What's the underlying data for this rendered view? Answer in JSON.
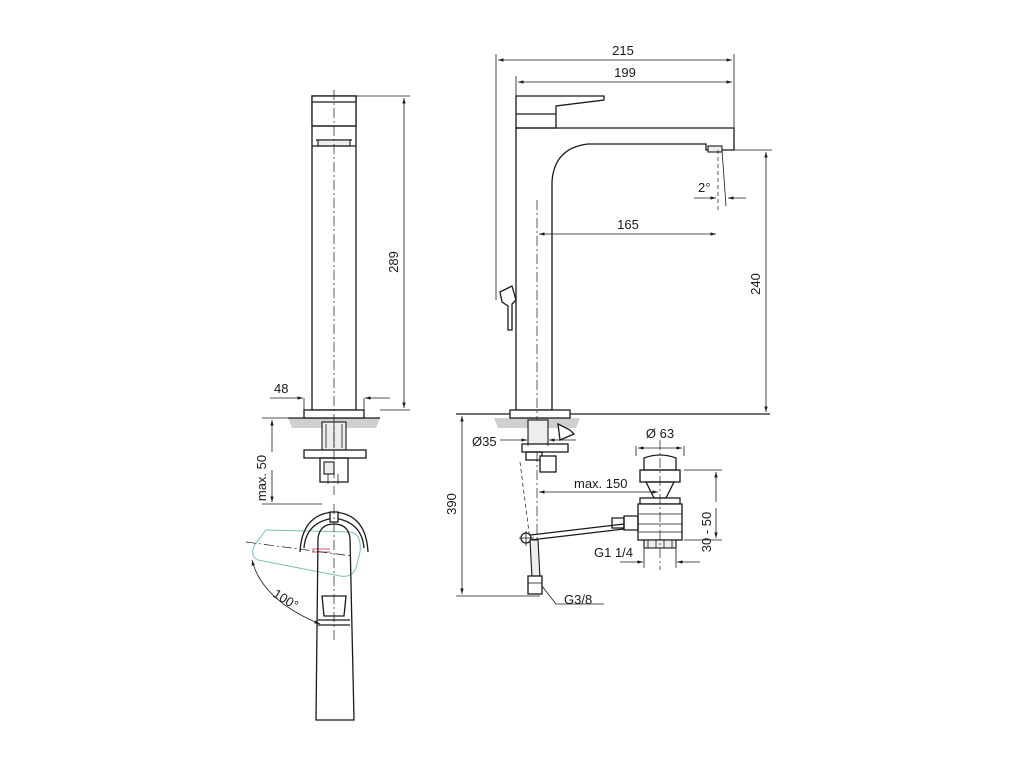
{
  "side_view": {
    "height_label": "289",
    "base_label": "48",
    "below_label": "max. 50"
  },
  "front_view": {
    "width_total_label": "215",
    "width_inner_label": "199",
    "reach_label": "165",
    "height_label": "240",
    "angle_label": "2°",
    "tap_hole_label": "Ø35",
    "total_height_label": "390",
    "waste_dia_label": "Ø 63",
    "waste_reach_label": "max. 150",
    "waste_range_label": "30 - 50",
    "waste_thread_label": "G1 1/4",
    "supply_thread_label": "G3/8"
  },
  "top_view": {
    "rotation_label": "100°"
  },
  "colors": {
    "line": "#1a1a1a",
    "ghost_teal": "#7fbfb8",
    "ghost_red": "#d65a6e",
    "hatch": "#cfcfcf"
  }
}
